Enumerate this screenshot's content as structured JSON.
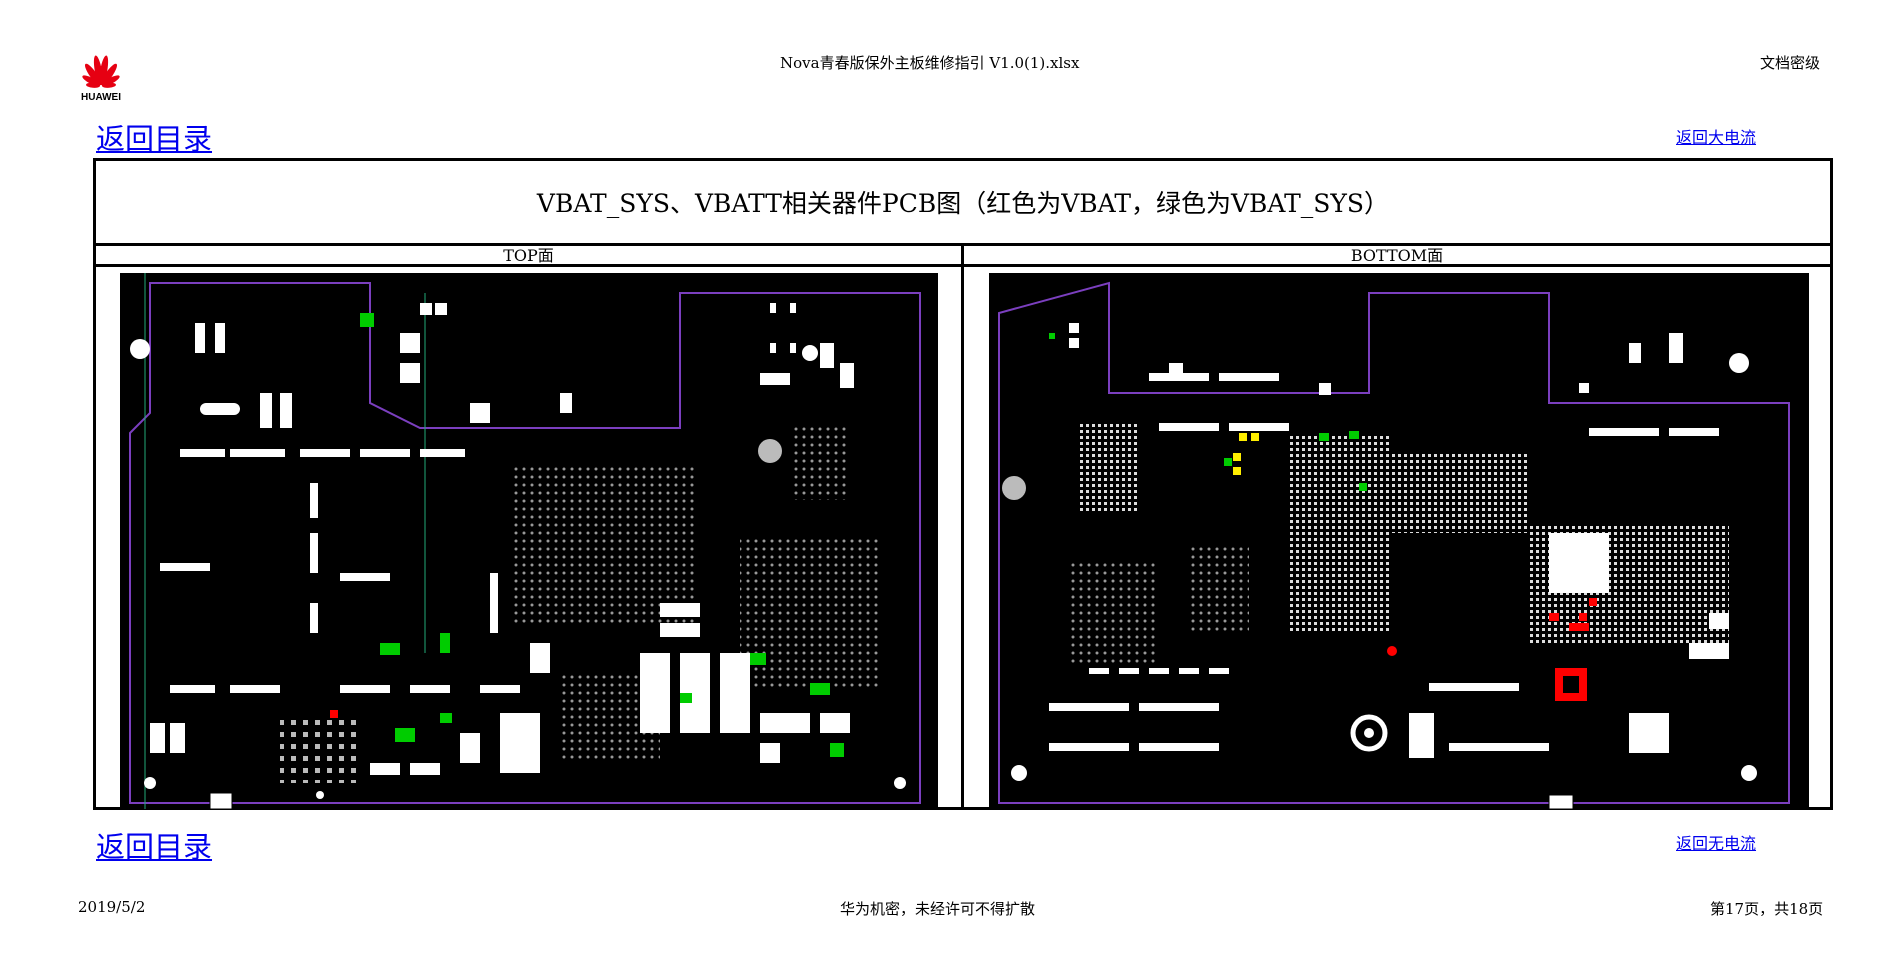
{
  "header": {
    "logo_text": "HUAWEI",
    "file_name": "Nova青春版保外主板维修指引 V1.0(1).xlsx",
    "classification": "文档密级"
  },
  "nav": {
    "back_toc_top": "返回目录",
    "back_big_current": "返回大电流",
    "back_toc_bottom": "返回目录",
    "back_no_current": "返回无电流"
  },
  "table": {
    "title": "VBAT_SYS、VBATT相关器件PCB图（红色为VBAT，绿色为VBAT_SYS）",
    "left_header": "TOP面",
    "right_header": "BOTTOM面"
  },
  "footer": {
    "date": "2019/5/2",
    "confidential": "华为机密，未经许可不得扩散",
    "page": "第17页，共18页"
  },
  "colors": {
    "vbat": "#ff0000",
    "vbat_sys": "#00cc00",
    "link": "#0000ee",
    "board_outline": "#7b3fbf"
  }
}
